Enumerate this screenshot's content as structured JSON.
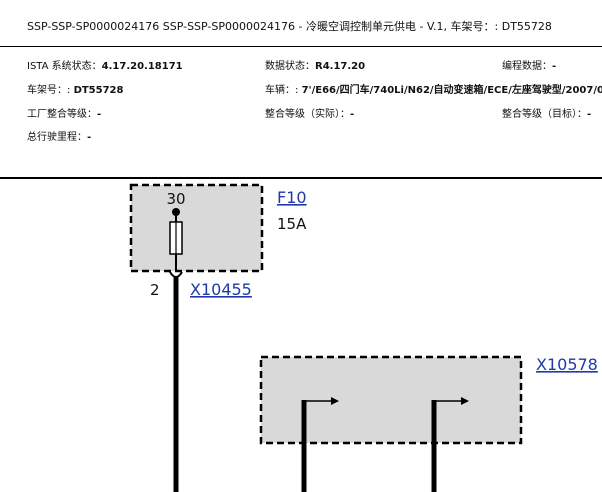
{
  "header": {
    "title": "SSP-SSP-SP0000024176 SSP-SSP-SP0000024176 - 冷暖空调控制单元供电 - V.1, 车架号：: DT55728"
  },
  "info": {
    "ista_label": "ISTA 系统状态：",
    "ista_value": "4.17.20.18171",
    "data_label": "数据状态：",
    "data_value": "R4.17.20",
    "prog_label": "编程数据：",
    "prog_value": "-",
    "vin_label": "车架号：:",
    "vin_value": "DT55728",
    "vehicle_label": "车辆：:",
    "vehicle_value": "7'/E66/四门车/740Li/N62/自动变速箱/ECE/左座驾驶型/2007/0",
    "factory_label": "工厂整合等级：",
    "factory_value": "-",
    "integ_actual_label": "整合等级（实际）：",
    "integ_actual_value": "-",
    "integ_target_label": "整合等级（目标）：",
    "integ_target_value": "-",
    "mileage_label": "总行驶里程：",
    "mileage_value": "-"
  },
  "diagram": {
    "fuse_terminal": "30",
    "fuse_id": "F10",
    "fuse_rating": "15A",
    "pin_number": "2",
    "connector_top": "X10455",
    "connector_bottom": "X10578"
  }
}
